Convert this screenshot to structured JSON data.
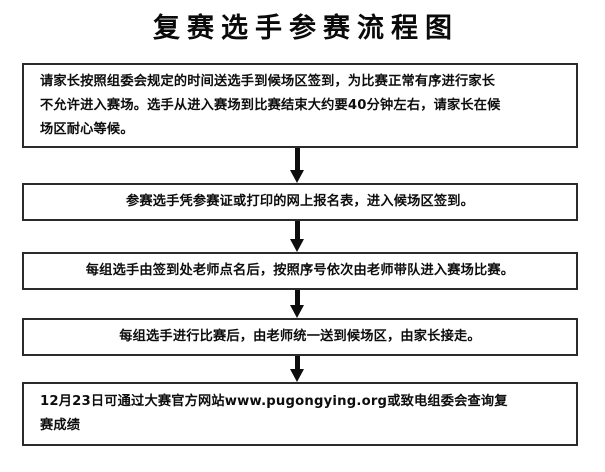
{
  "document": {
    "title": "复赛选手参赛流程图"
  },
  "diagram_data": {
    "type": "flowchart",
    "orientation": "top-to-bottom",
    "node_count": 5,
    "connector_count": 4,
    "connector_type": "arrow-down",
    "colors": {
      "background": "#ffffff",
      "border": "#2b2b2b",
      "text": "#0d0d0d",
      "arrow": "#0d0d0d"
    },
    "nodes": [
      {
        "id": "step-1",
        "align": "left",
        "lines": [
          "请家长按照组委会规定的时间送选手到候场区签到，为比赛正常有序进行家长",
          "不允许进入赛场。选手从进入赛场到比赛结束大约要40分钟左右，请家长在候",
          "场区耐心等候。"
        ],
        "text": "请家长按照组委会规定的时间送选手到候场区签到，为比赛正常有序进行家长不允许进入赛场。选手从进入赛场到比赛结束大约要40分钟左右，请家长在候场区耐心等候。"
      },
      {
        "id": "step-2",
        "align": "center",
        "lines": [
          "参赛选手凭参赛证或打印的网上报名表，进入候场区签到。"
        ],
        "text": "参赛选手凭参赛证或打印的网上报名表，进入候场区签到。"
      },
      {
        "id": "step-3",
        "align": "center",
        "lines": [
          "每组选手由签到处老师点名后，按照序号依次由老师带队进入赛场比赛。"
        ],
        "text": "每组选手由签到处老师点名后，按照序号依次由老师带队进入赛场比赛。"
      },
      {
        "id": "step-4",
        "align": "center",
        "lines": [
          "每组选手进行比赛后，由老师统一送到候场区，由家长接走。"
        ],
        "text": "每组选手进行比赛后，由老师统一送到候场区，由家长接走。"
      },
      {
        "id": "step-5",
        "align": "left",
        "lines": [
          "12月23日可通过大赛官方网站www.pugongying.org或致电组委会查询复",
          "赛成绩"
        ],
        "text": "12月23日可通过大赛官方网站www.pugongying.org或致电组委会查询复赛成绩",
        "mentions": {
          "date": "12月23日",
          "website": "www.pugongying.org",
          "duration": ""
        }
      }
    ],
    "connectors": [
      {
        "id": "arrow-1",
        "from": "step-1",
        "to": "step-2",
        "glyph": "arrow-down-icon"
      },
      {
        "id": "arrow-2",
        "from": "step-2",
        "to": "step-3",
        "glyph": "arrow-down-icon"
      },
      {
        "id": "arrow-3",
        "from": "step-3",
        "to": "step-4",
        "glyph": "arrow-down-icon"
      },
      {
        "id": "arrow-4",
        "from": "step-4",
        "to": "step-5",
        "glyph": "arrow-down-icon"
      }
    ]
  }
}
